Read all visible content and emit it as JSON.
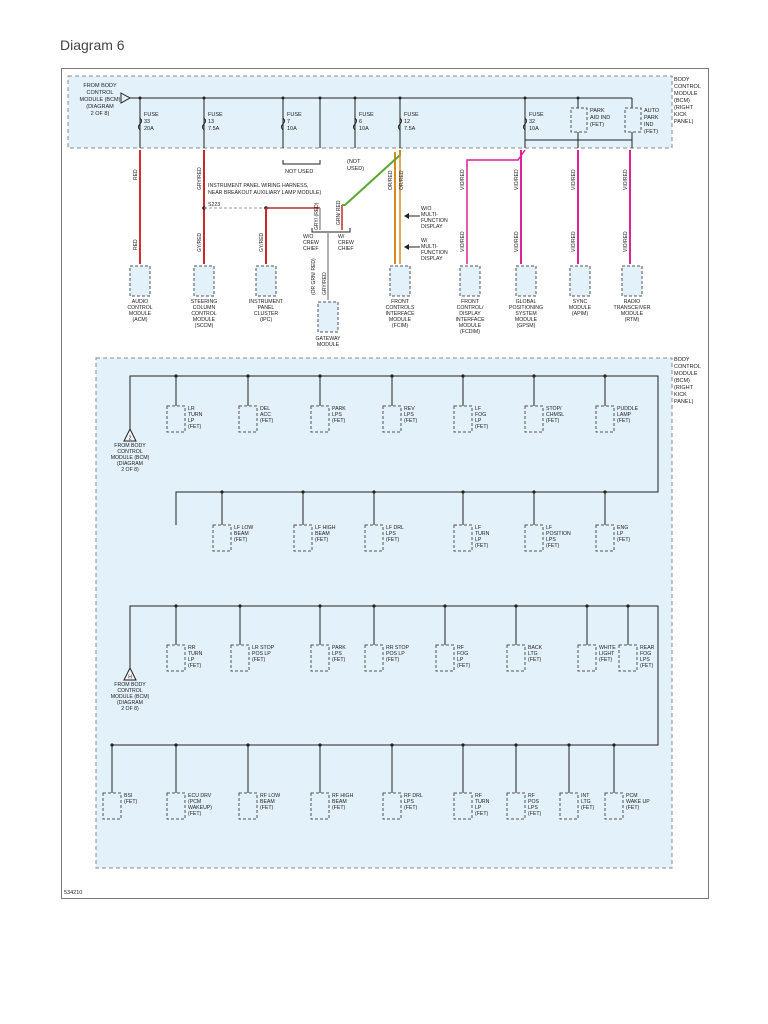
{
  "page": {
    "title": "Diagram 6",
    "doc_id": "534210"
  },
  "top": {
    "source": [
      "FROM BODY",
      "CONTROL",
      "MODULE (BCM)",
      "(DIAGRAM",
      "2 OF 8)"
    ],
    "bcm": [
      "BODY",
      "CONTROL",
      "MODULE",
      "(BCM)",
      "(RIGHT",
      "KICK",
      "PANEL)"
    ],
    "fuses": [
      [
        "FUSE",
        "33",
        "20A"
      ],
      [
        "FUSE",
        "13",
        "7.5A"
      ],
      [
        "FUSE",
        "7",
        "10A"
      ],
      [
        "FUSE",
        "6",
        "10A"
      ],
      [
        "FUSE",
        "12",
        "7.5A"
      ],
      [
        "FUSE",
        "32",
        "10A"
      ]
    ],
    "fets": [
      [
        "PARK",
        "AID IND",
        "(FET)"
      ],
      [
        "AUTO",
        "PARK",
        "IND",
        "(FET)"
      ]
    ],
    "not_used": [
      "NOT USED",
      "(NOT",
      "USED)"
    ],
    "harness_note": [
      "INSTRUMENT PANEL WIRING HARNESS,",
      "NEAR BREAKOUT AUXILIARY LAMP MODULE)",
      "S223"
    ],
    "crew_chief": [
      [
        "W/O",
        "CREW",
        "CHIEF"
      ],
      [
        "W/",
        "CREW",
        "CHIEF"
      ]
    ],
    "mfd": [
      [
        "W/O",
        "MULTI-",
        "FUNCTION",
        "DISPLAY"
      ],
      [
        "W/",
        "MULTI-",
        "FUNCTION",
        "DISPLAY"
      ]
    ],
    "wires": {
      "red": "RED",
      "gy_red": "GY/RED",
      "gy_red_wire": "GRY/RED",
      "gy_red_short": "GRY/ (RED)",
      "gn_red": "GRN/ RED",
      "or_gn_red": "(OR GRN/ RED)",
      "or_red": "OR/RED",
      "vio_red": "VIO/RED"
    },
    "modules": [
      [
        "AUDIO",
        "CONTROL",
        "MODULE",
        "(ACM)"
      ],
      [
        "STEERING",
        "COLUMN",
        "CONTROL",
        "MODULE",
        "(SCCM)"
      ],
      [
        "INSTRUMENT",
        "PANEL",
        "CLUSTER",
        "(IPC)"
      ],
      [
        "GATEWAY",
        "MODULE"
      ],
      [
        "FRONT",
        "CONTROLS",
        "INTERFACE",
        "MODULE",
        "(FCIM)"
      ],
      [
        "FRONT",
        "CONTROL/",
        "DISPLAY",
        "INTERFACE",
        "MODULE",
        "(FCDIM)"
      ],
      [
        "GLOBAL",
        "POSITIONING",
        "SYSTEM",
        "MODULE",
        "(GPSM)"
      ],
      [
        "SYNC",
        "MODULE",
        "(APIM)"
      ],
      [
        "RADIO",
        "TRANSCEIVER",
        "MODULE",
        "(RTM)"
      ]
    ]
  },
  "bottom": {
    "bcm": [
      "BODY",
      "CONTROL",
      "MODULE",
      "(BCM)",
      "(RIGHT",
      "KICK",
      "PANEL)"
    ],
    "source_1": [
      "FROM BODY",
      "CONTROL",
      "MODULE (BCM)",
      "(DIAGRAM",
      "2 OF 8)"
    ],
    "source_2": [
      "FROM BODY",
      "CONTROL",
      "MODULE (BCM)",
      "(DIAGRAM",
      "2 OF 8)"
    ],
    "marker_1": "2",
    "marker_2": "H",
    "row1": [
      [
        "LR",
        "TURN",
        "LP",
        "(FET)"
      ],
      [
        "DEL",
        "ACC",
        "(FET)"
      ],
      [
        "PARK",
        "LPS",
        "(FET)"
      ],
      [
        "REV",
        "LPS",
        "(FET)"
      ],
      [
        "LF",
        "FOG",
        "LP",
        "(FET)"
      ],
      [
        "STOP/",
        "CHMSL",
        "(FET)"
      ],
      [
        "PUDDLE",
        "LAMP",
        "(FET)"
      ]
    ],
    "row2": [
      [
        "LF LOW",
        "BEAM",
        "(FET)"
      ],
      [
        "LF HIGH",
        "BEAM",
        "(FET)"
      ],
      [
        "LF DRL",
        "LPS",
        "(FET)"
      ],
      [
        "LF",
        "TURN",
        "LP",
        "(FET)"
      ],
      [
        "LF",
        "POSITION",
        "LPS",
        "(FET)"
      ],
      [
        "ENG",
        "LP",
        "(FET)"
      ]
    ],
    "row3": [
      [
        "RR",
        "TURN",
        "LP",
        "(FET)"
      ],
      [
        "LR STOP",
        "POS LP",
        "(FET)"
      ],
      [
        "PARK",
        "LPS",
        "(FET)"
      ],
      [
        "RR STOP",
        "POS LP",
        "(FET)"
      ],
      [
        "RF",
        "FOG",
        "LP",
        "(FET)"
      ],
      [
        "BACK",
        "LTG",
        "(FET)"
      ],
      [
        "WHITE",
        "LIGHT",
        "(FET)"
      ],
      [
        "REAR",
        "FOG",
        "LPS",
        "(FET)"
      ]
    ],
    "row4": [
      [
        "BSI",
        "(FET)"
      ],
      [
        "ECU DRV",
        "(PCM",
        "WAKEUP)",
        "(FET)"
      ],
      [
        "RF LOW",
        "BEAM",
        "(FET)"
      ],
      [
        "RF HIGH",
        "BEAM",
        "(FET)"
      ],
      [
        "RF DRL",
        "LPS",
        "(FET)"
      ],
      [
        "RF",
        "TURN",
        "LP",
        "(FET)"
      ],
      [
        "RF",
        "POS",
        "LPS",
        "(FET)"
      ],
      [
        "INT",
        "LTG",
        "(FET)"
      ],
      [
        "PCM",
        "WAKE UP",
        "(FET)"
      ]
    ]
  },
  "colors": {
    "bcm_fill": "#e3f1fb",
    "red_wire": "#d0312d",
    "violet_red_wire": "#e0209a",
    "gray_red_wire": "#c42a2a",
    "green_wire": "#5aa82e",
    "orange_wire": "#d98a1c"
  }
}
